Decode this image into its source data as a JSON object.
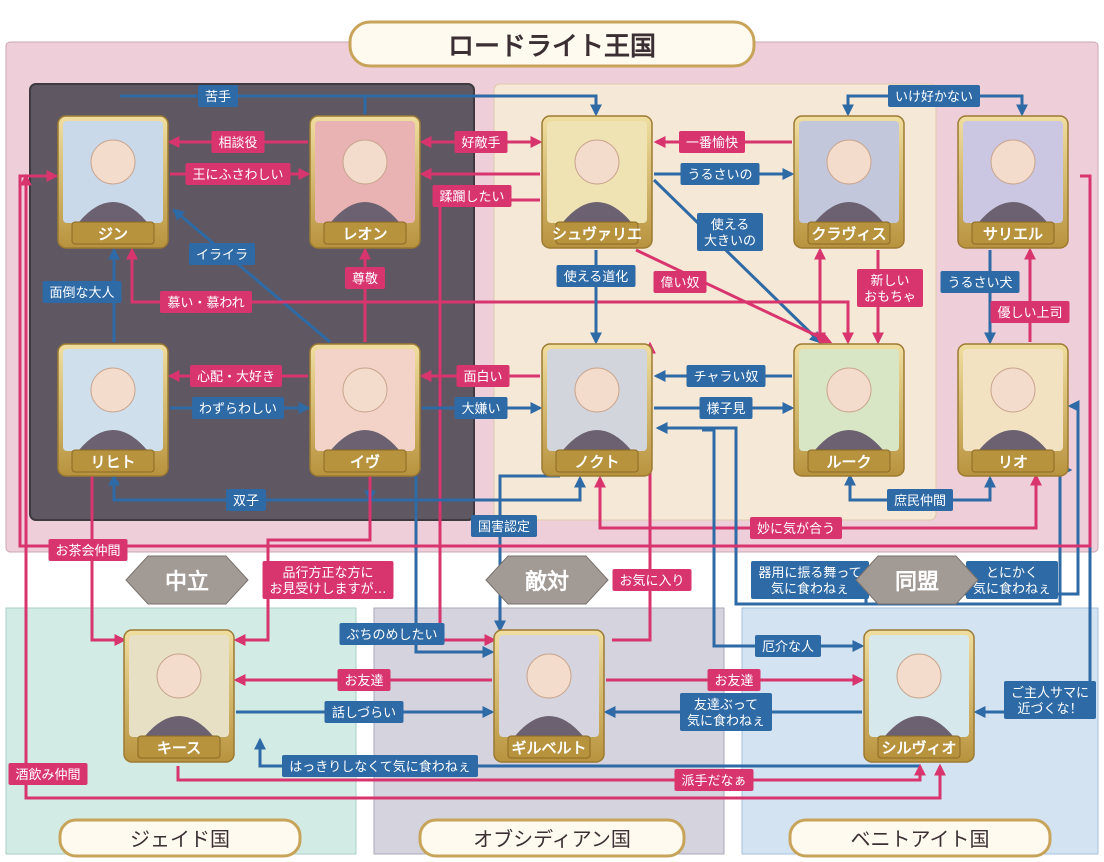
{
  "title": "ロードライト王国",
  "regions": {
    "jade": "ジェイド国",
    "obsidian": "オブシディアン国",
    "benitoite": "ベニトアイト国"
  },
  "stances": {
    "neutral": "中立",
    "hostile": "敵対",
    "alliance": "同盟"
  },
  "characters": {
    "jin": "ジン",
    "leon": "レオン",
    "chevalier": "シュヴァリエ",
    "clavis": "クラヴィス",
    "sariel": "サリエル",
    "licht": "リヒト",
    "eve": "イヴ",
    "nokto": "ノクト",
    "luke": "ルーク",
    "rio": "リオ",
    "keith": "キース",
    "gilbert": "ギルベルト",
    "silvio": "シルヴィオ"
  },
  "colors": {
    "pink": "#d8356e",
    "blue": "#2e6aa6"
  },
  "relations": {
    "nigate": "苦手",
    "soudan": "相談役",
    "ounifusawashii": "王にふさわしい",
    "koutekishu": "好敵手",
    "juurin": "蹂躙したい",
    "ichiban": "一番愉快",
    "urusaino": "うるさいの",
    "tsukaeru": "使える\n大きいの",
    "ikesukanai": "いけ好かない",
    "iraira": "イライラ",
    "sonkei": "尊敬",
    "mendouna": "面倒な大人",
    "shitai": "慕い・慕われ",
    "douke": "使える道化",
    "eraiyatsu": "偉い奴",
    "atarashii": "新しい\nおもちゃ",
    "urusaiinu": "うるさい犬",
    "yasashii": "優しい上司",
    "shinpai": "心配・大好き",
    "omoshiroi": "面白い",
    "charai": "チャラい奴",
    "wazurawashii": "わずらわしい",
    "daikirai": "大嫌い",
    "yousumi": "様子見",
    "futago": "双子",
    "shomin": "庶民仲間",
    "myouni": "妙に気が合う",
    "kokugai": "国害認定",
    "ochakai": "お茶会仲間",
    "hinkou": "品行方正な方に\nお見受けしますが…",
    "okiniiri": "お気に入り",
    "kiyou": "器用に振る舞って\n気に食わねぇ",
    "tonikaku": "とにかく\n気に食わねぇ",
    "buchinomeshi": "ぶちのめしたい",
    "yakkai": "厄介な人",
    "otomodachi1": "お友達",
    "otomodachi2": "お友達",
    "hanashizurai": "話しづらい",
    "tomodachibutte": "友達ぶって\n気に食わねぇ",
    "goshujin": "ご主人サマに\n近づくな！",
    "hakkiri": "はっきりしなくて気に食わねぇ",
    "sakenomi": "酒飲み仲間",
    "hadedanaa": "派手だなぁ"
  }
}
